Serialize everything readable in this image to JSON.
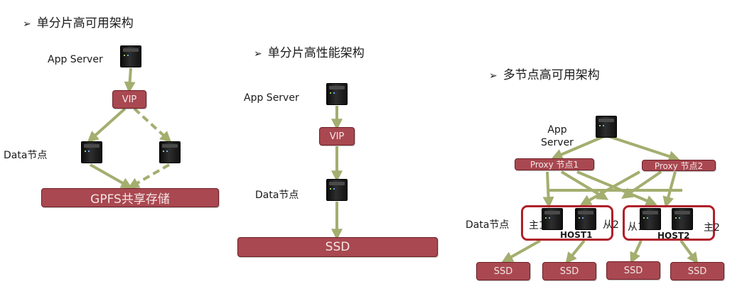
{
  "sections": {
    "ha_single": {
      "title": "单分片高可用架构",
      "app_server": "App Server",
      "vip": "VIP",
      "data_node": "Data节点",
      "storage": "GPFS共享存储"
    },
    "hp_single": {
      "title": "单分片高性能架构",
      "app_server": "App Server",
      "vip": "VIP",
      "data_node": "Data节点",
      "storage": "SSD"
    },
    "multi_node": {
      "title": "多节点高可用架构",
      "app_server": "App\nServer",
      "proxy1": "Proxy 节点1",
      "proxy2": "Proxy 节点2",
      "data_node": "Data节点",
      "host1": {
        "name": "HOST1",
        "primary": "主1",
        "replica": "从2"
      },
      "host2": {
        "name": "HOST2",
        "replica": "从1",
        "primary": "主2"
      },
      "ssd": [
        "SSD",
        "SSD",
        "SSD",
        "SSD"
      ]
    }
  },
  "marker": "➢",
  "colors": {
    "arrow": "#a3ae6f",
    "box_fill": "#a94850",
    "box_border": "#6e1f27",
    "host_border": "#b0202a"
  }
}
